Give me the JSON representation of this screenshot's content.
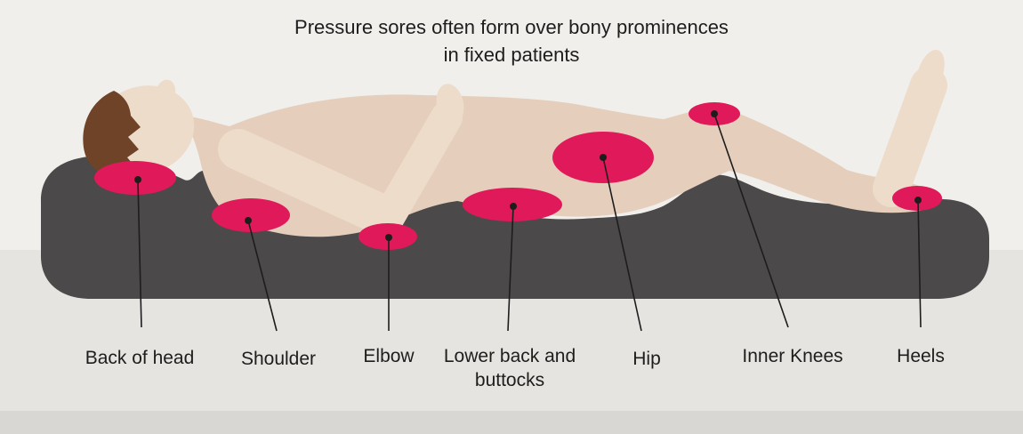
{
  "title": {
    "line1": "Pressure sores often form over bony prominences",
    "line2": "in fixed patients"
  },
  "callouts": [
    {
      "id": "back-of-head",
      "label": "Back of head"
    },
    {
      "id": "shoulder",
      "label": "Shoulder"
    },
    {
      "id": "elbow",
      "label": "Elbow"
    },
    {
      "id": "lower-back-and-buttocks",
      "label": "Lower back and buttocks"
    },
    {
      "id": "hip",
      "label": "Hip"
    },
    {
      "id": "inner-knees",
      "label": "Inner Knees"
    },
    {
      "id": "heels",
      "label": "Heels"
    }
  ],
  "colors": {
    "wall": "#f0efec",
    "floor": "#e6e4e1",
    "floor_edge": "#d9d7d4",
    "mattress": "#4b4949",
    "skin": "#e5cfbc",
    "skin_light": "#eedccb",
    "hair": "#6e4327",
    "sore": "#e01a5a",
    "ink": "#1d1d1d"
  }
}
